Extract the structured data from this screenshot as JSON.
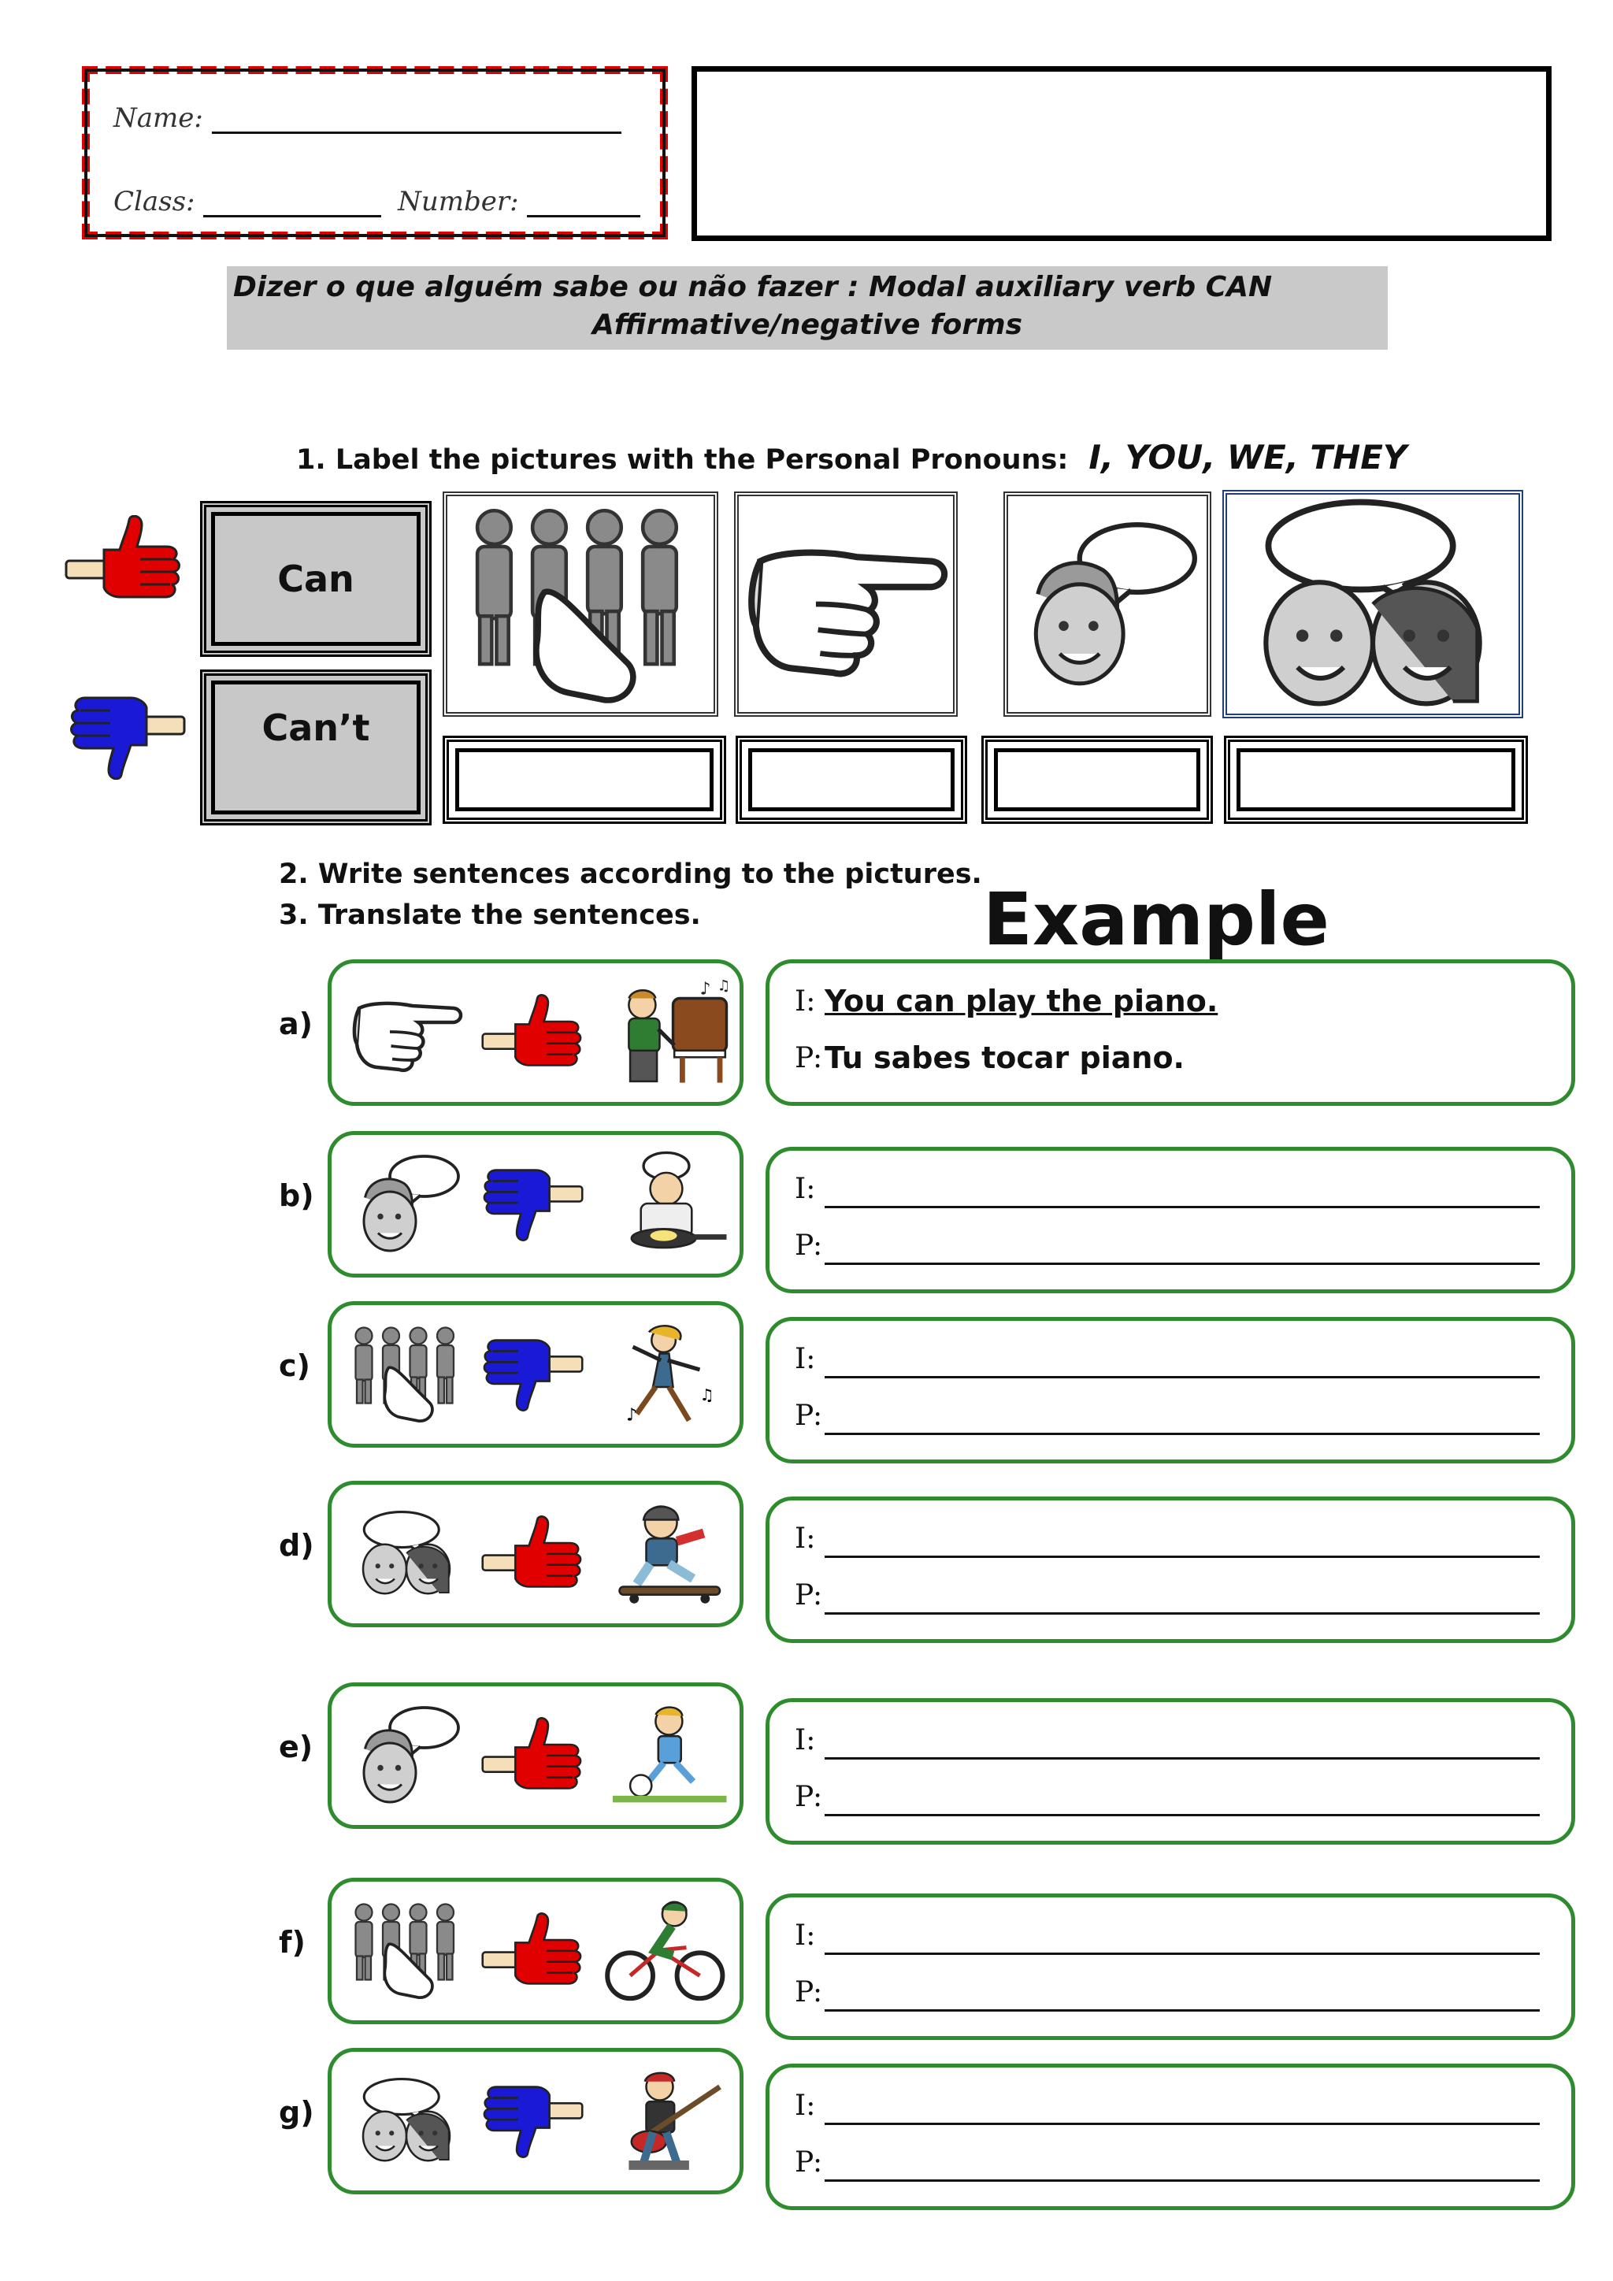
{
  "header": {
    "name_label": "Name:",
    "class_label": "Class:",
    "number_label": "Number:"
  },
  "topic": {
    "line1": "Dizer o que alguém sabe ou não fazer : Modal auxiliary verb CAN",
    "line2": "Affirmative/negative forms"
  },
  "exercise1": {
    "instruction": "1. Label the pictures with the Personal Pronouns:",
    "pronouns": "I, YOU, WE, THEY",
    "can_label": "Can",
    "cant_label": "Can’t"
  },
  "exercise2": {
    "instruction": "2. Write sentences according to the pictures."
  },
  "exercise3": {
    "instruction": "3. Translate the sentences."
  },
  "example_title": "Example",
  "rows": [
    {
      "letter": "a)",
      "pronoun_icon": "pointing-hand-icon",
      "thumb": "thumbs-up-icon",
      "activity_icon": "piano-player-icon",
      "i_label": "I:",
      "p_label": "P:",
      "i_text": "You can play the piano.",
      "p_text": "Tu sabes tocar piano."
    },
    {
      "letter": "b)",
      "pronoun_icon": "boy-speech-icon",
      "thumb": "thumbs-down-icon",
      "activity_icon": "chef-cooking-icon",
      "i_label": "I:",
      "p_label": "P:"
    },
    {
      "letter": "c)",
      "pronoun_icon": "group-pointing-icon",
      "thumb": "thumbs-down-icon",
      "activity_icon": "dancer-icon",
      "i_label": "I:",
      "p_label": "P:"
    },
    {
      "letter": "d)",
      "pronoun_icon": "two-faces-icon",
      "thumb": "thumbs-up-icon",
      "activity_icon": "skateboarder-icon",
      "i_label": "I:",
      "p_label": "P:"
    },
    {
      "letter": "e)",
      "pronoun_icon": "boy-speech-icon",
      "thumb": "thumbs-up-icon",
      "activity_icon": "football-player-icon",
      "i_label": "I:",
      "p_label": "P:"
    },
    {
      "letter": "f)",
      "pronoun_icon": "group-pointing-icon",
      "thumb": "thumbs-up-icon",
      "activity_icon": "cyclist-icon",
      "i_label": "I:",
      "p_label": "P:"
    },
    {
      "letter": "g)",
      "pronoun_icon": "two-faces-icon",
      "thumb": "thumbs-down-icon",
      "activity_icon": "guitarist-icon",
      "i_label": "I:",
      "p_label": "P:"
    }
  ],
  "colors": {
    "thumb_up": "#e00000",
    "thumb_down": "#1a1ad6",
    "pill_border": "#2e8b2e",
    "topic_bg": "#c9c9c9"
  }
}
